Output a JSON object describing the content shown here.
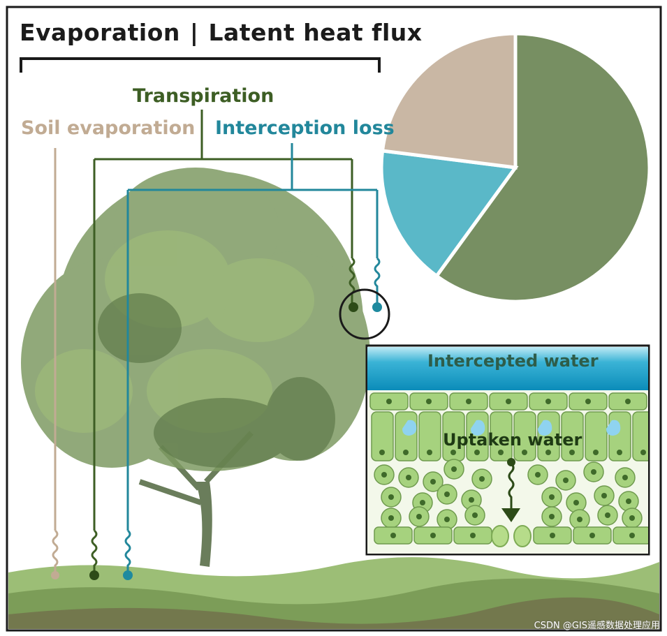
{
  "title": {
    "left": "Evaporation",
    "separator": "|",
    "right": "Latent heat flux"
  },
  "labels": {
    "transpiration": "Transpiration",
    "soil_evaporation": "Soil evaporation",
    "interception_loss": "Interception loss",
    "intercepted_water": "Intercepted water",
    "uptaken_water": "Uptaken water"
  },
  "pie": {
    "slices": [
      {
        "component": "Transpiration",
        "share": 0.6,
        "color": "#778f62"
      },
      {
        "component": "Interception loss",
        "share": 0.17,
        "color": "#5ab8c8"
      },
      {
        "component": "Soil evaporation",
        "share": 0.23,
        "color": "#c9b7a4"
      }
    ]
  },
  "colors": {
    "transpiration": "#3d5e24",
    "soil_evaporation": "#c1ab93",
    "interception_loss": "#22879b",
    "water": "#1aa0c8",
    "cell": "#a6d27e"
  },
  "watermark": "CSDN @GIS遥感数据处理应用"
}
